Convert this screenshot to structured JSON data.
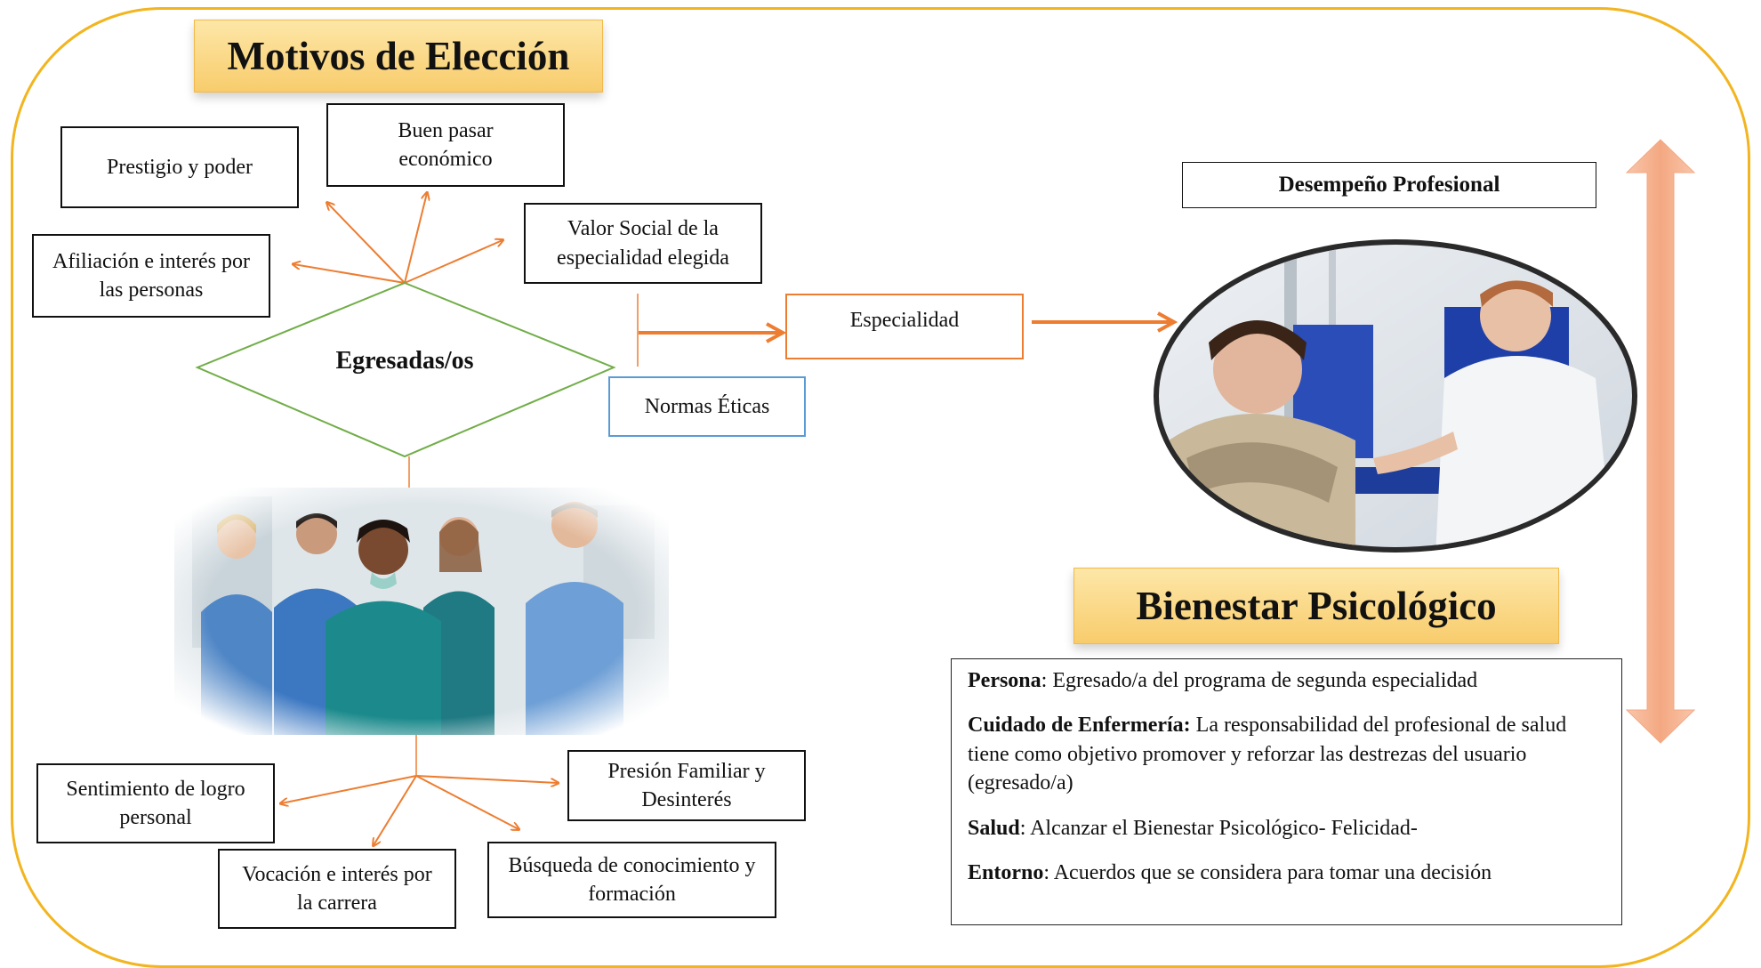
{
  "titles": {
    "motivos": "Motivos de Elección",
    "bienestar": "Bienestar Psicológico"
  },
  "motives_top": {
    "prestigio": "Prestigio y poder",
    "buen_pasar": "Buen pasar económico",
    "afiliacion": "Afiliación e interés por las personas",
    "valor_social": "Valor Social de la especialidad elegida"
  },
  "center": {
    "egresados": "Egresadas/os",
    "especialidad": "Especialidad",
    "normas": "Normas Éticas"
  },
  "motives_bottom": {
    "logro": "Sentimiento de logro personal",
    "presion": "Presión Familiar y Desinterés",
    "vocacion": "Vocación e interés por la carrera",
    "busqueda": "Búsqueda de conocimiento y formación"
  },
  "desempeno": "Desempeño Profesional",
  "definitions": [
    {
      "term": "Persona",
      "sep": ": ",
      "text": "Egresado/a del programa de segunda especialidad"
    },
    {
      "term": "Cuidado de Enfermería:",
      "sep": " ",
      "text": "La responsabilidad del profesional de salud tiene como objetivo promover y reforzar las destrezas del usuario (egresado/a)"
    },
    {
      "term": "Salud",
      "sep": ": ",
      "text": "Alcanzar el Bienestar Psicológico- Felicidad-"
    },
    {
      "term": "Entorno",
      "sep": ": ",
      "text": "Acuerdos que se considera para tomar una decisión"
    }
  ],
  "colors": {
    "frame": "#f2b51f",
    "arrow": "#ed7d31",
    "diamond": "#70ad47",
    "normas_border": "#5b9bd5",
    "double_arrow": "#f4a882"
  }
}
